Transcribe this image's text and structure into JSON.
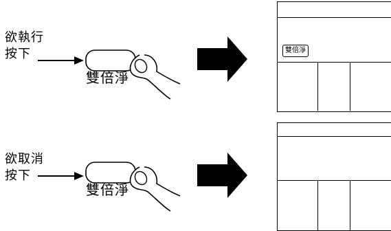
{
  "top_instruction": {
    "line1": "欲執行",
    "line2": "按下"
  },
  "bottom_instruction": {
    "line1": "欲取消",
    "line2": "按下"
  },
  "button_label": "雙倍淨",
  "display_indicator": "雙倍淨"
}
